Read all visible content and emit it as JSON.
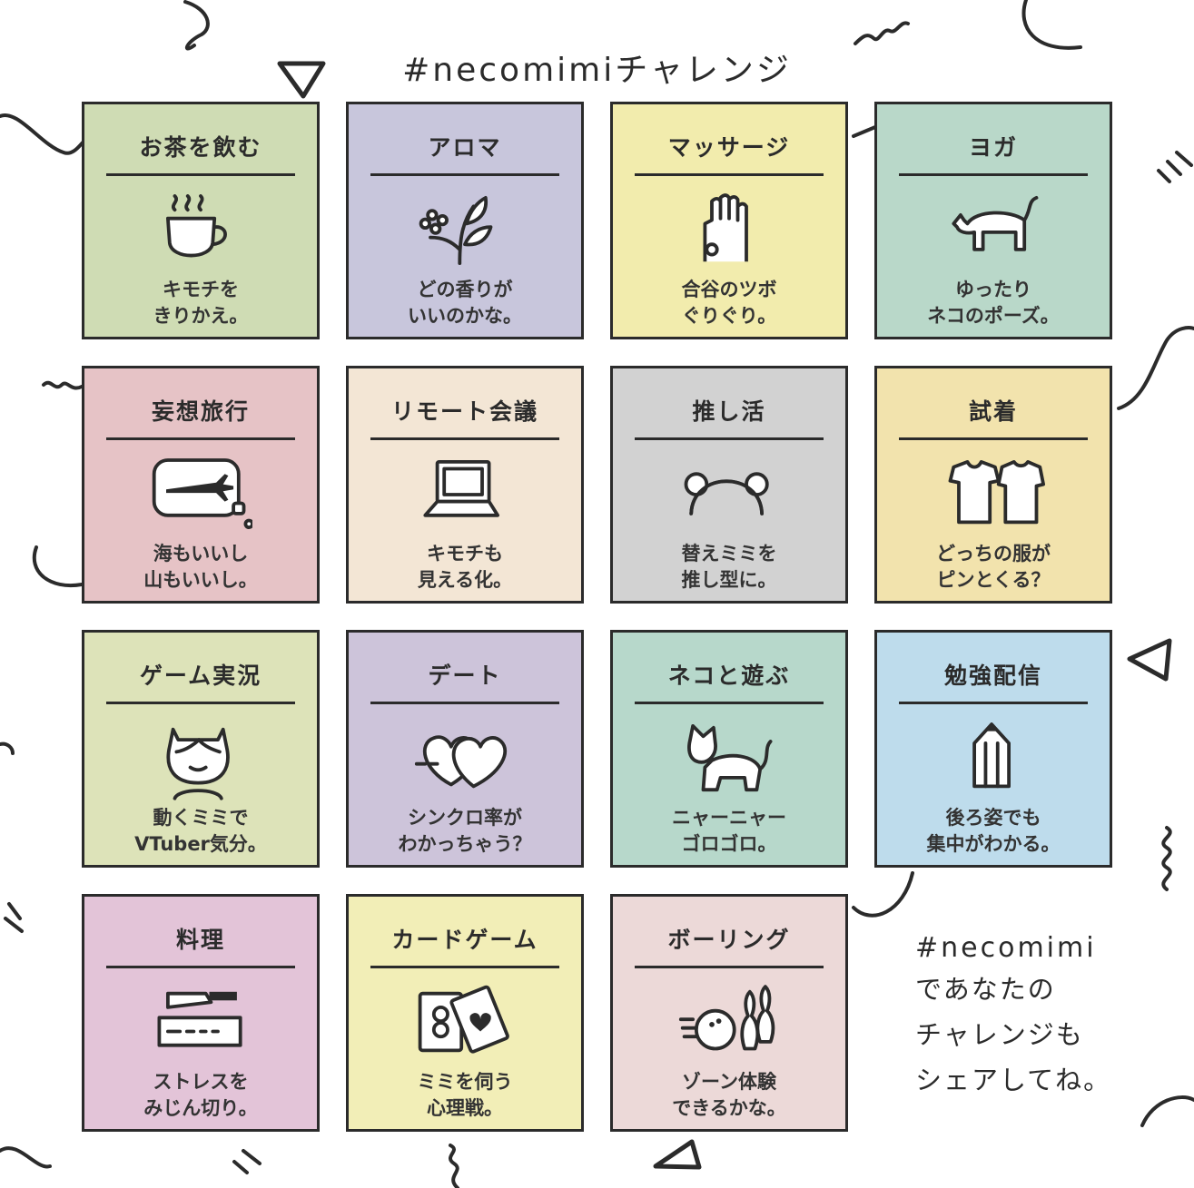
{
  "title": "#necomimiチャレンジ",
  "colors": {
    "green": "#cfdcb4",
    "lavender": "#c8c6dc",
    "lemon": "#f2ecad",
    "teal": "#b9d8c9",
    "rose": "#e6c3c6",
    "cream": "#f3e6d5",
    "gray": "#d2d2d2",
    "sand": "#f2e3ad",
    "olive": "#dde3b9",
    "lilac": "#cdc4da",
    "mint": "#b7d8cb",
    "sky": "#bedcec",
    "pink": "#e3c4d8",
    "butter": "#f2eeb7",
    "blush": "#ecd9d8",
    "line": "#2b2b2b"
  },
  "cards": [
    {
      "title": "お茶を飲む",
      "caption": [
        "キモチを",
        "きりかえ。"
      ],
      "icon": "tea-cup-icon",
      "color": "#cfdcb4"
    },
    {
      "title": "アロマ",
      "caption": [
        "どの香りが",
        "いいのかな。"
      ],
      "icon": "herb-icon",
      "color": "#c8c6dc"
    },
    {
      "title": "マッサージ",
      "caption": [
        "合谷のツボ",
        "ぐりぐり。"
      ],
      "icon": "hand-icon",
      "color": "#f2ecad"
    },
    {
      "title": "ヨガ",
      "caption": [
        "ゆったり",
        "ネコのポーズ。"
      ],
      "icon": "cat-pose-icon",
      "color": "#b9d8c9"
    },
    {
      "title": "妄想旅行",
      "caption": [
        "海もいいし",
        "山もいいし。"
      ],
      "icon": "airplane-icon",
      "color": "#e6c3c6"
    },
    {
      "title": "リモート会議",
      "caption": [
        "キモチも",
        "見える化。"
      ],
      "icon": "laptop-icon",
      "color": "#f3e6d5"
    },
    {
      "title": "推し活",
      "caption": [
        "替えミミを",
        "推し型に。"
      ],
      "icon": "headband-icon",
      "color": "#d2d2d2"
    },
    {
      "title": "試着",
      "caption": [
        "どっちの服が",
        "ピンとくる？"
      ],
      "icon": "shirts-icon",
      "color": "#f2e3ad"
    },
    {
      "title": "ゲーム実況",
      "caption": [
        "動くミミで",
        "VTuber気分。"
      ],
      "icon": "girl-icon",
      "color": "#dde3b9"
    },
    {
      "title": "デート",
      "caption": [
        "シンクロ率が",
        "わかっちゃう？"
      ],
      "icon": "hearts-icon",
      "color": "#cdc4da"
    },
    {
      "title": "ネコと遊ぶ",
      "caption": [
        "ニャーニャー",
        "ゴロゴロ。"
      ],
      "icon": "cat-icon",
      "color": "#b7d8cb"
    },
    {
      "title": "勉強配信",
      "caption": [
        "後ろ姿でも",
        "集中がわかる。"
      ],
      "icon": "pencil-icon",
      "color": "#bedcec"
    },
    {
      "title": "料理",
      "caption": [
        "ストレスを",
        "みじん切り。"
      ],
      "icon": "knife-icon",
      "color": "#e3c4d8"
    },
    {
      "title": "カードゲーム",
      "caption": [
        "ミミを伺う",
        "心理戦。"
      ],
      "icon": "cards-icon",
      "color": "#f2eeb7"
    },
    {
      "title": "ボーリング",
      "caption": [
        "ゾーン体験",
        "できるかな。"
      ],
      "icon": "bowling-icon",
      "color": "#ecd9d8"
    }
  ],
  "share": {
    "tag": "#necomimi",
    "lines": [
      "であなたの",
      "チャレンジも",
      "シェアしてね。"
    ]
  }
}
